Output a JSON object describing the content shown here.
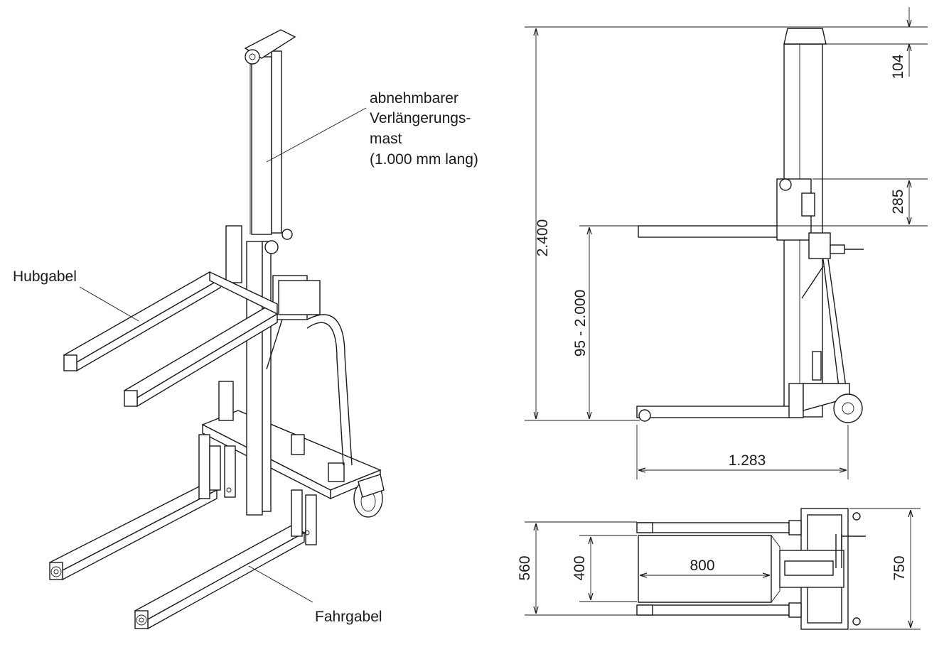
{
  "labels": {
    "mast_line1": "abnehmbarer",
    "mast_line2": "Verlängerungs-",
    "mast_line3": "mast",
    "mast_line4": "(1.000 mm lang)",
    "lifting_fork": "Hubgabel",
    "driving_fork": "Fahrgabel"
  },
  "dimensions": {
    "total_height": "2.400",
    "top_offset": "104",
    "carriage_offset": "285",
    "lift_range": "95 - 2.000",
    "total_length": "1.283",
    "outer_width": "560",
    "inner_width": "400",
    "fork_length": "800",
    "chassis_width": "750"
  }
}
